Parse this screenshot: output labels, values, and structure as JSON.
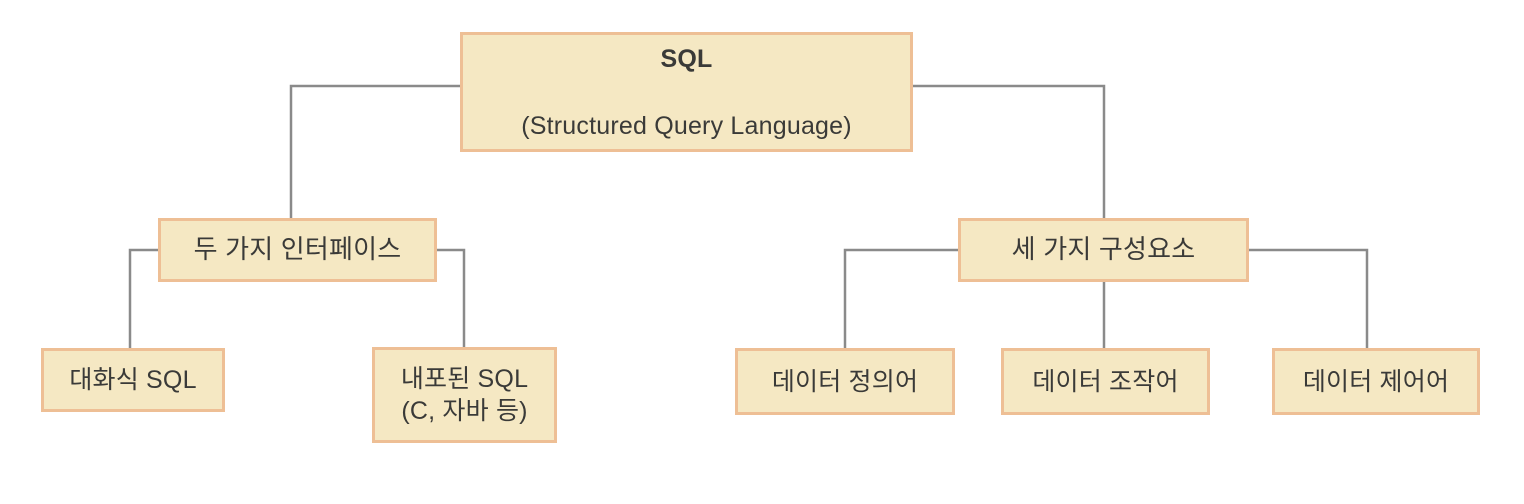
{
  "diagram": {
    "type": "tree-hierarchy",
    "title_node": "SQL",
    "colors": {
      "node_fill": "#f5e8c3",
      "node_border": "#eebf95",
      "node_text": "#3a3a38",
      "connector": "#8a8a8a",
      "background": "#ffffff"
    },
    "nodes": {
      "root": {
        "title": "SQL",
        "subtitle": "(Structured Query Language)"
      },
      "level2": {
        "interfaces": "두 가지 인터페이스",
        "components": "세 가지 구성요소"
      },
      "leaves": {
        "interactive_sql": "대화식 SQL",
        "embedded_sql": "내포된 SQL\n(C, 자바 등)",
        "ddl": "데이터 정의어",
        "dml": "데이터 조작어",
        "dcl": "데이터 제어어"
      }
    },
    "edges": [
      {
        "from": "root",
        "to": "interfaces"
      },
      {
        "from": "root",
        "to": "components"
      },
      {
        "from": "interfaces",
        "to": "interactive_sql"
      },
      {
        "from": "interfaces",
        "to": "embedded_sql"
      },
      {
        "from": "components",
        "to": "ddl"
      },
      {
        "from": "components",
        "to": "dml"
      },
      {
        "from": "components",
        "to": "dcl"
      }
    ]
  }
}
